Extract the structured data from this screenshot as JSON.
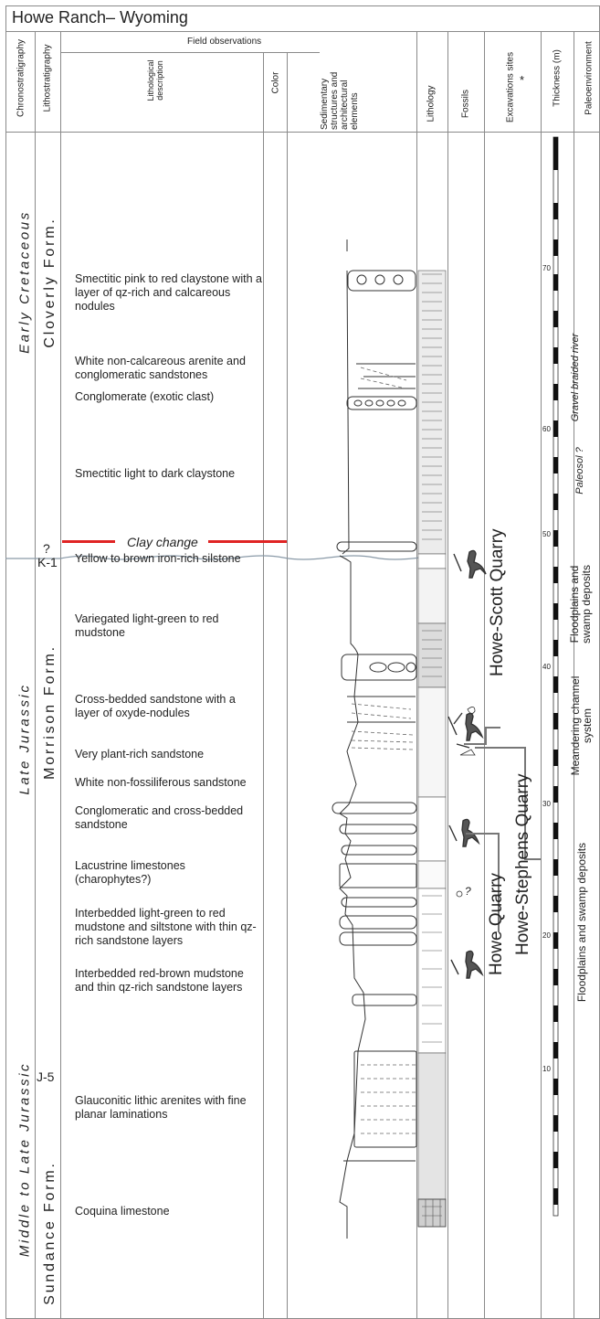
{
  "title": "Howe Ranch– Wyoming",
  "headers": {
    "chronostratigraphy": "Chronostratigraphy",
    "lithostratigraphy": "Lithostratigraphy",
    "field_observations": "Field observations",
    "lithological_description": "Lithological description",
    "color": "Color",
    "sedimentary": "Sedimentary structures and architectural elements",
    "lithology": "Lithology",
    "fossils": "Fossils",
    "excavation_sites": "Excavations sites",
    "excavation_star": "*",
    "thickness": "Thickness (m)",
    "paleoenvironment": "Paleoenvironment"
  },
  "chrono": {
    "early_cretaceous": "Early Cretaceous",
    "late_jurassic": "Late Jurassic",
    "middle_late_jurassic": "Middle to Late Jurassic"
  },
  "litho": {
    "cloverly": "Cloverly Form.",
    "morrison": "Morrison Form.",
    "sundance": "Sundance Form.",
    "k1_question": "?",
    "k1": "K-1",
    "j5": "J-5"
  },
  "descriptions": {
    "d1": "Smectitic pink to red claystone with a layer of qz-rich and calcareous nodules",
    "d2": "White non-calcareous arenite and conglomeratic sandstones",
    "d3": "Conglomerate (exotic clast)",
    "d4": "Smectitic light to dark claystone",
    "clay_change": "Clay change",
    "d5": "Yellow to brown iron-rich silstone",
    "d6": "Variegated light-green to red mudstone",
    "d7": "Cross-bedded sandstone with a layer of oxyde-nodules",
    "d8": "Very plant-rich sandstone",
    "d9": "White non-fossiliferous sandstone",
    "d10": "Conglomeratic and cross-bedded sandstone",
    "d11": "Lacustrine limestones (charophytes?)",
    "d12": "Interbedded light-green to red mudstone and siltstone with thin qz-rich sandstone layers",
    "d13": "Interbedded red-brown mudstone and thin qz-rich sandstone layers",
    "d14": "Glauconitic lithic arenites with fine planar laminations",
    "d15": "Coquina limestone"
  },
  "excavations": {
    "howe_scott": "Howe-Scott Quarry",
    "howe_stephens": "Howe-Stephens Quarry",
    "howe": "Howe Quarry"
  },
  "fossil_question": "?",
  "thickness_ticks": [
    "70",
    "60",
    "50",
    "40",
    "30",
    "20",
    "10"
  ],
  "paleo": {
    "gravel": "Gravel braided river",
    "paleosol": "Paleosol ?",
    "flood_top": "Floodplains and swamp deposits",
    "meandering": "Meandering channel system",
    "flood_bottom": "Floodplains and swamp deposits"
  },
  "colors": {
    "clay_change_line": "#e02424",
    "grid": "#888888",
    "text": "#222222"
  }
}
